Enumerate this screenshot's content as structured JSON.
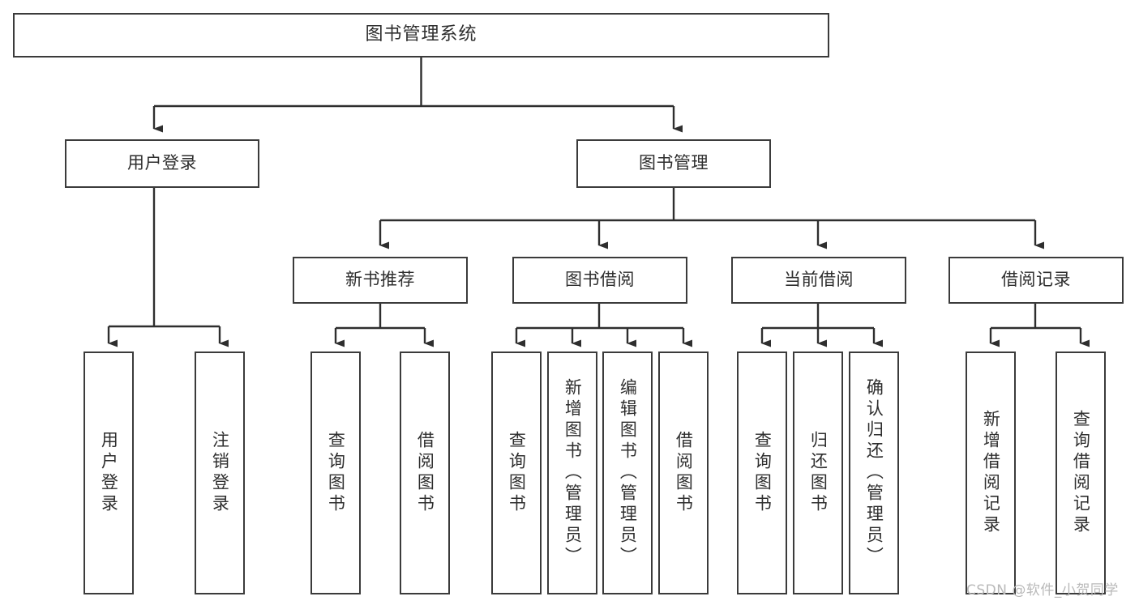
{
  "diagram": {
    "title": "图书管理系统",
    "type": "tree-hierarchy",
    "colors": {
      "border": "#3b3b3b",
      "text": "#2e2e2e",
      "background": "#ffffff",
      "connector": "#2e2e2e",
      "watermark": "#b9b9b9"
    },
    "watermark": "CSDN @软件_小贺同学"
  },
  "nodes": {
    "root": {
      "label": "图书管理系统"
    },
    "level1": [
      {
        "id": "user-login",
        "label": "用户登录"
      },
      {
        "id": "book-management",
        "label": "图书管理"
      }
    ],
    "level2": [
      {
        "id": "new-book-recommend",
        "label": "新书推荐"
      },
      {
        "id": "book-borrow",
        "label": "图书借阅"
      },
      {
        "id": "current-borrow",
        "label": "当前借阅"
      },
      {
        "id": "borrow-record",
        "label": "借阅记录"
      }
    ],
    "leaves": {
      "user_login": [
        {
          "id": "leaf-user-login",
          "label": "用户登录"
        },
        {
          "id": "leaf-logout-login",
          "label": "注销登录"
        }
      ],
      "new_book_recommend": [
        {
          "id": "leaf-query-book-1",
          "label": "查询图书"
        },
        {
          "id": "leaf-borrow-book-1",
          "label": "借阅图书"
        }
      ],
      "book_borrow": [
        {
          "id": "leaf-query-book-2",
          "label": "查询图书"
        },
        {
          "id": "leaf-add-book-admin",
          "label": "新增图书（管理员）"
        },
        {
          "id": "leaf-edit-book-admin",
          "label": "编辑图书（管理员）"
        },
        {
          "id": "leaf-borrow-book-2",
          "label": "借阅图书"
        }
      ],
      "current_borrow": [
        {
          "id": "leaf-query-book-3",
          "label": "查询图书"
        },
        {
          "id": "leaf-return-book",
          "label": "归还图书"
        },
        {
          "id": "leaf-confirm-return-admin",
          "label": "确认归还（管理员）"
        }
      ],
      "borrow_record": [
        {
          "id": "leaf-add-borrow-record",
          "label": "新增借阅记录"
        },
        {
          "id": "leaf-query-borrow-record",
          "label": "查询借阅记录"
        }
      ]
    }
  }
}
